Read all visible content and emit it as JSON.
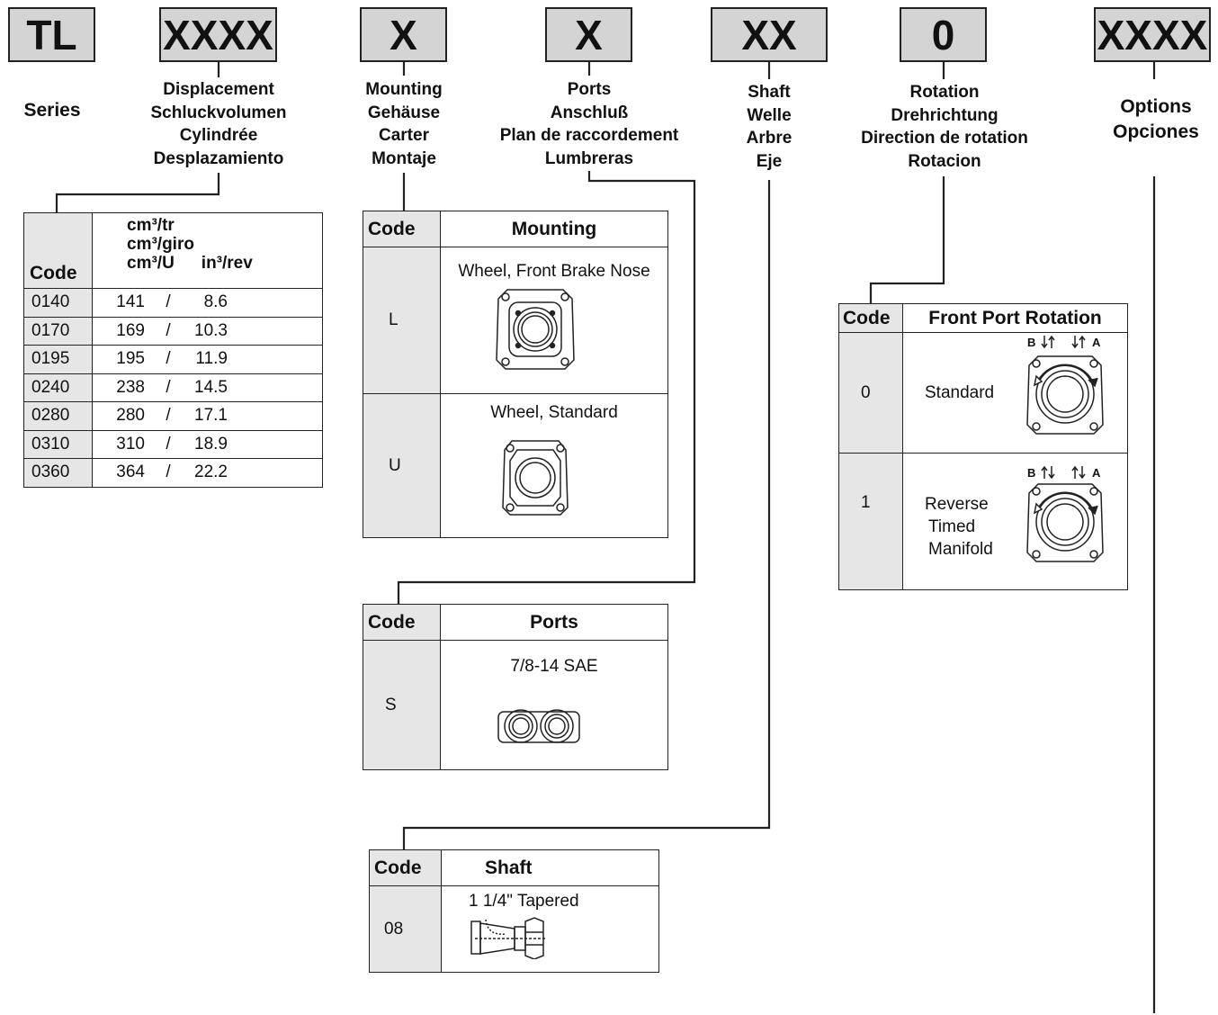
{
  "segments": [
    {
      "code": "TL",
      "labels": [
        "Series"
      ]
    },
    {
      "code": "XXXX",
      "labels": [
        "Displacement",
        "Schluckvolumen",
        "Cylindrée",
        "Desplazamiento"
      ]
    },
    {
      "code": "X",
      "labels": [
        "Mounting",
        "Gehäuse",
        "Carter",
        "Montaje"
      ]
    },
    {
      "code": "X",
      "labels": [
        "Ports",
        "Anschluß",
        "Plan de raccordement",
        "Lumbreras"
      ]
    },
    {
      "code": "XX",
      "labels": [
        "Shaft",
        "Welle",
        "Arbre",
        "Eje"
      ]
    },
    {
      "code": "0",
      "labels": [
        "Rotation",
        "Drehrichtung",
        "Direction de rotation",
        "Rotacion"
      ]
    },
    {
      "code": "XXXX",
      "labels": [
        "Options",
        "Opciones"
      ]
    }
  ],
  "displacement_table": {
    "header_code": "Code",
    "units": [
      "cm³/tr",
      "cm³/giro",
      "cm³/U",
      "in³/rev"
    ],
    "rows": [
      {
        "code": "0140",
        "cm3": "141",
        "in3": "8.6"
      },
      {
        "code": "0170",
        "cm3": "169",
        "in3": "10.3"
      },
      {
        "code": "0195",
        "cm3": "195",
        "in3": "11.9"
      },
      {
        "code": "0240",
        "cm3": "238",
        "in3": "14.5"
      },
      {
        "code": "0280",
        "cm3": "280",
        "in3": "17.1"
      },
      {
        "code": "0310",
        "cm3": "310",
        "in3": "18.9"
      },
      {
        "code": "0360",
        "cm3": "364",
        "in3": "22.2"
      }
    ]
  },
  "mounting_table": {
    "header_code": "Code",
    "header_desc": "Mounting",
    "rows": [
      {
        "code": "L",
        "desc": "Wheel, Front Brake Nose",
        "icon": "mount-brake-nose-icon"
      },
      {
        "code": "U",
        "desc": "Wheel, Standard",
        "icon": "mount-standard-icon"
      }
    ]
  },
  "ports_table": {
    "header_code": "Code",
    "header_desc": "Ports",
    "rows": [
      {
        "code": "S",
        "desc": "7/8-14 SAE",
        "icon": "ports-icon"
      }
    ]
  },
  "shaft_table": {
    "header_code": "Code",
    "header_desc": "Shaft",
    "rows": [
      {
        "code": "08",
        "desc": "1 1/4\" Tapered",
        "icon": "tapered-shaft-icon"
      }
    ]
  },
  "rotation_table": {
    "header_code": "Code",
    "header_desc": "Front Port Rotation",
    "rows": [
      {
        "code": "0",
        "desc": [
          "Standard"
        ],
        "port_b": "B",
        "port_a": "A",
        "icon": "rotation-standard-icon"
      },
      {
        "code": "1",
        "desc": [
          "Reverse",
          "Timed",
          "Manifold"
        ],
        "port_b": "B",
        "port_a": "A",
        "icon": "rotation-reverse-icon"
      }
    ]
  },
  "colors": {
    "code_box": "#d4d4d4",
    "code_column": "#e6e6e6",
    "line": "#222222"
  }
}
